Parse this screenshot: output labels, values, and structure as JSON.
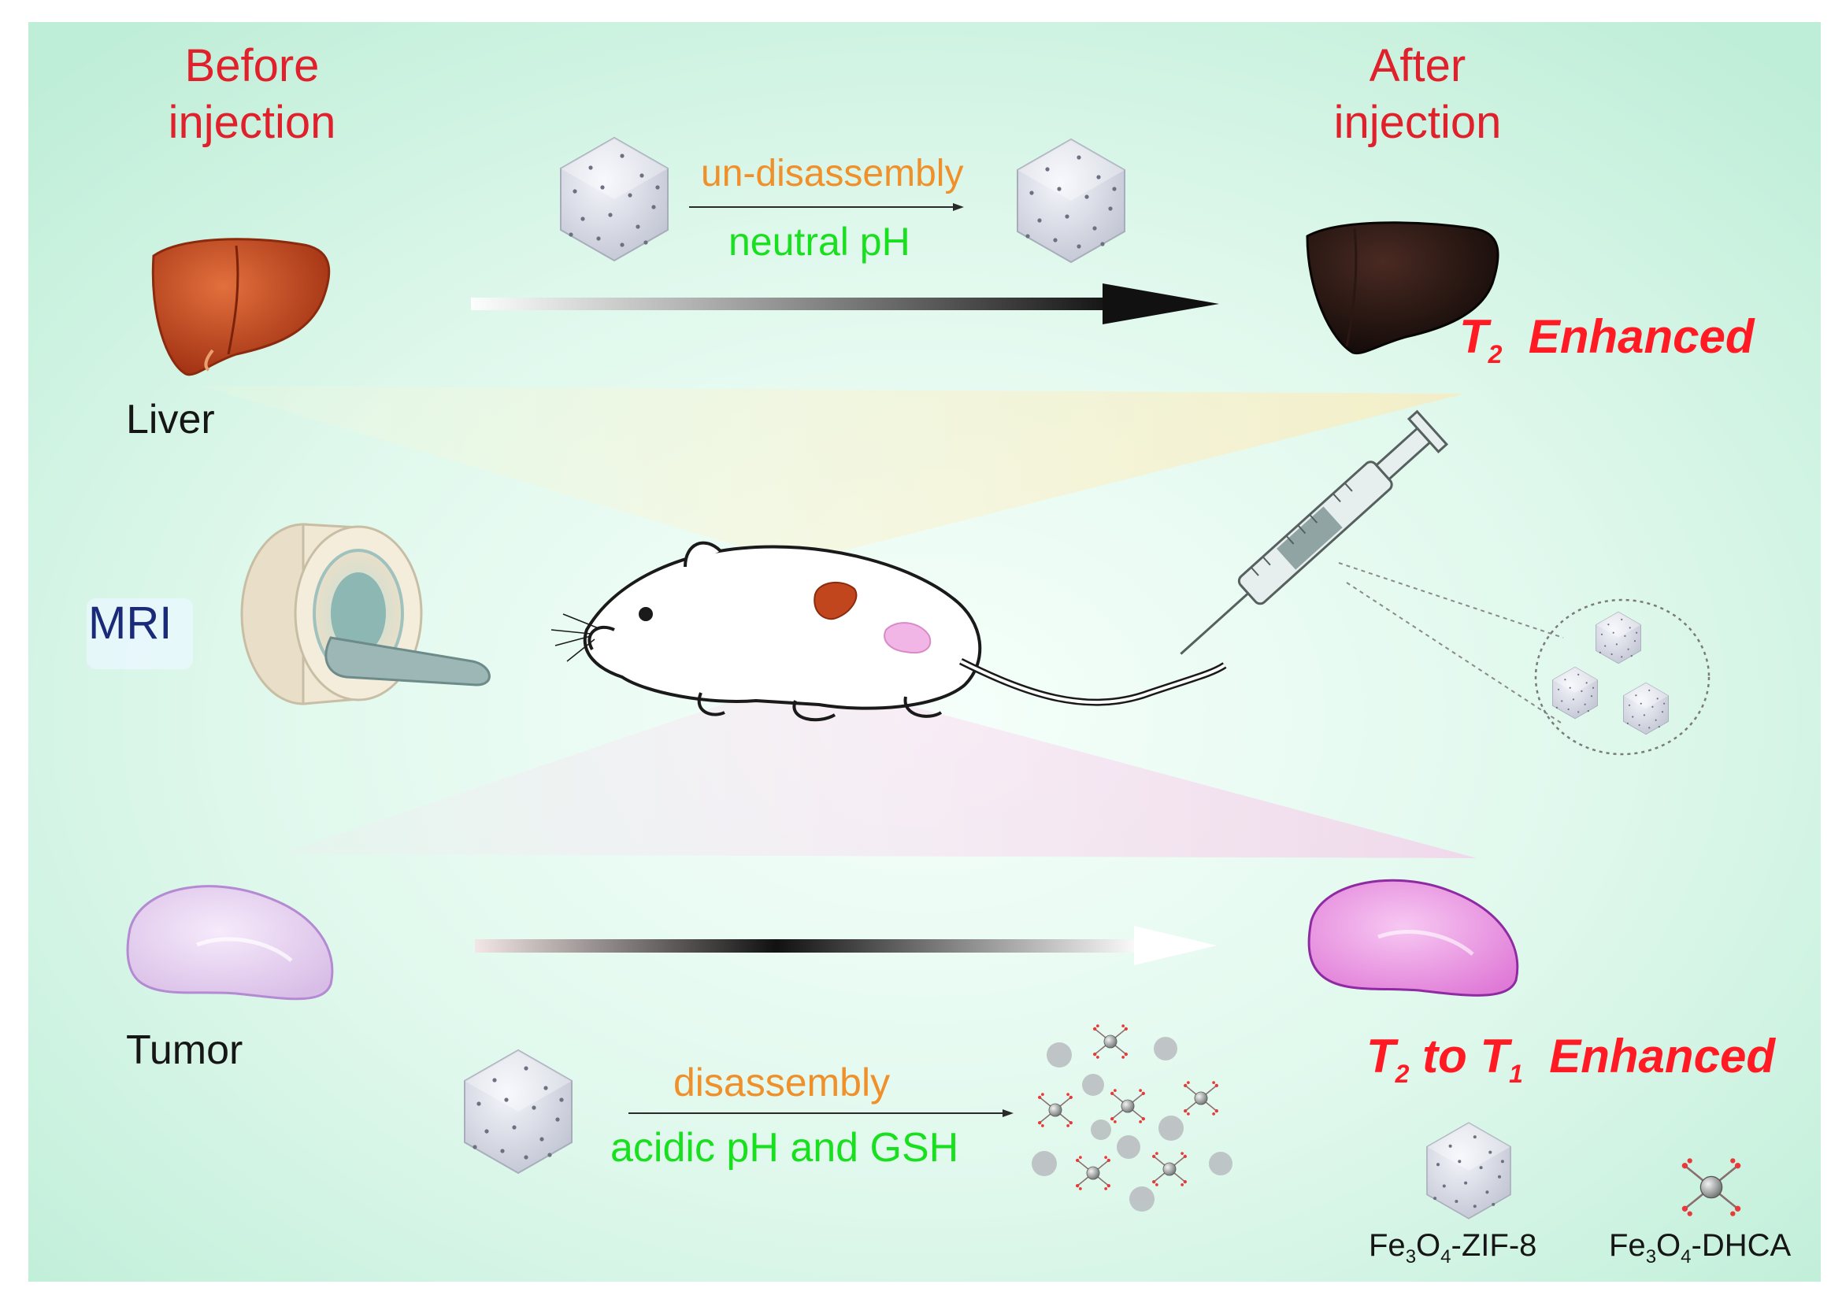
{
  "header": {
    "before": [
      "Before",
      "injection"
    ],
    "after": [
      "After",
      "injection"
    ]
  },
  "organs": {
    "liver_label": "Liver",
    "tumor_label": "Tumor",
    "mri_label": "MRI"
  },
  "top_process": {
    "label_top": "un-disassembly",
    "label_bottom": "neutral pH",
    "result": {
      "T": "T",
      "sub": "2",
      "rest": "Enhanced"
    }
  },
  "bottom_process": {
    "label_top": "disassembly",
    "label_bottom": "acidic pH and GSH",
    "result": {
      "T1": "T",
      "sub1": "2",
      "mid": "to",
      "T2": "T",
      "sub2": "1",
      "rest": "Enhanced"
    }
  },
  "legend": {
    "zif": {
      "a": "Fe",
      "s1": "3",
      "b": "O",
      "s2": "4",
      "c": "-ZIF-8"
    },
    "dhca": {
      "a": "Fe",
      "s1": "3",
      "b": "O",
      "s2": "4",
      "c": "-DHCA"
    }
  },
  "colors": {
    "background": "#c9f2df",
    "label_red": "#e0202a",
    "enhanced_red": "#ff1a24",
    "orange": "#f0902a",
    "green": "#19e01f",
    "navy": "#1a2a78",
    "liver": "#c2461d",
    "tumor": "#e6b8ee"
  }
}
